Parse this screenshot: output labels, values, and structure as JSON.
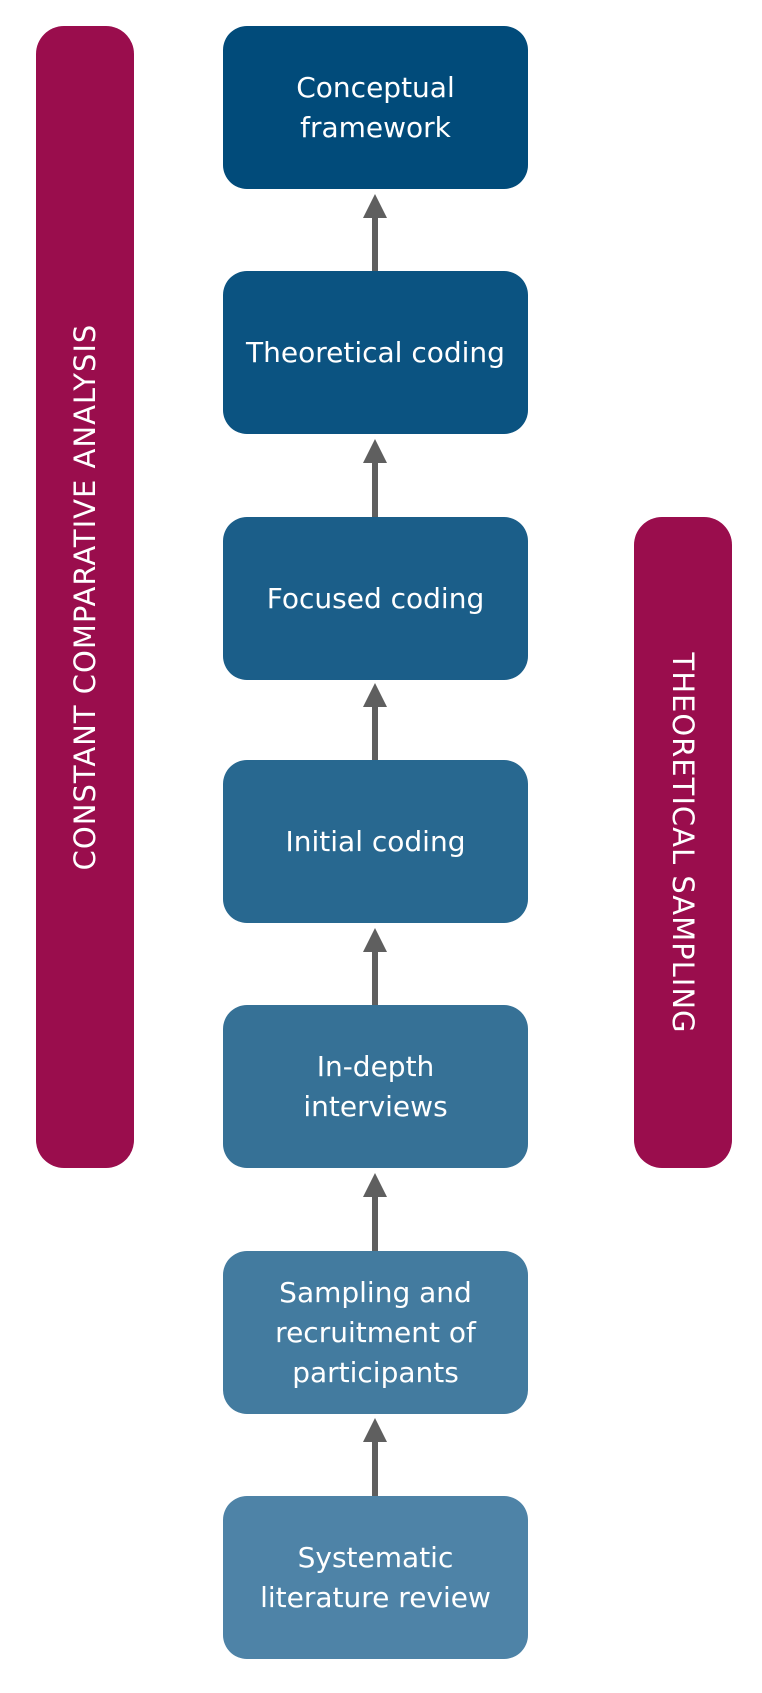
{
  "side_bars": {
    "left": {
      "label": "CONSTANT COMPARATIVE ANALYSIS",
      "color": "#9a0d4d"
    },
    "right": {
      "label": "THEORETICAL SAMPLING",
      "color": "#9a0d4d"
    }
  },
  "steps": [
    {
      "label": "Conceptual\nframework",
      "color": "#014b7a"
    },
    {
      "label": "Theoretical coding",
      "color": "#0b5381"
    },
    {
      "label": "Focused coding",
      "color": "#1b5e89"
    },
    {
      "label": "Initial coding",
      "color": "#286890"
    },
    {
      "label": "In-depth\ninterviews",
      "color": "#367196"
    },
    {
      "label": "Sampling and\nrecruitment of\nparticipants",
      "color": "#437b9f"
    },
    {
      "label": "Systematic\nliterature review",
      "color": "#4e83a7"
    }
  ],
  "arrow_color": "#5f5f5f"
}
